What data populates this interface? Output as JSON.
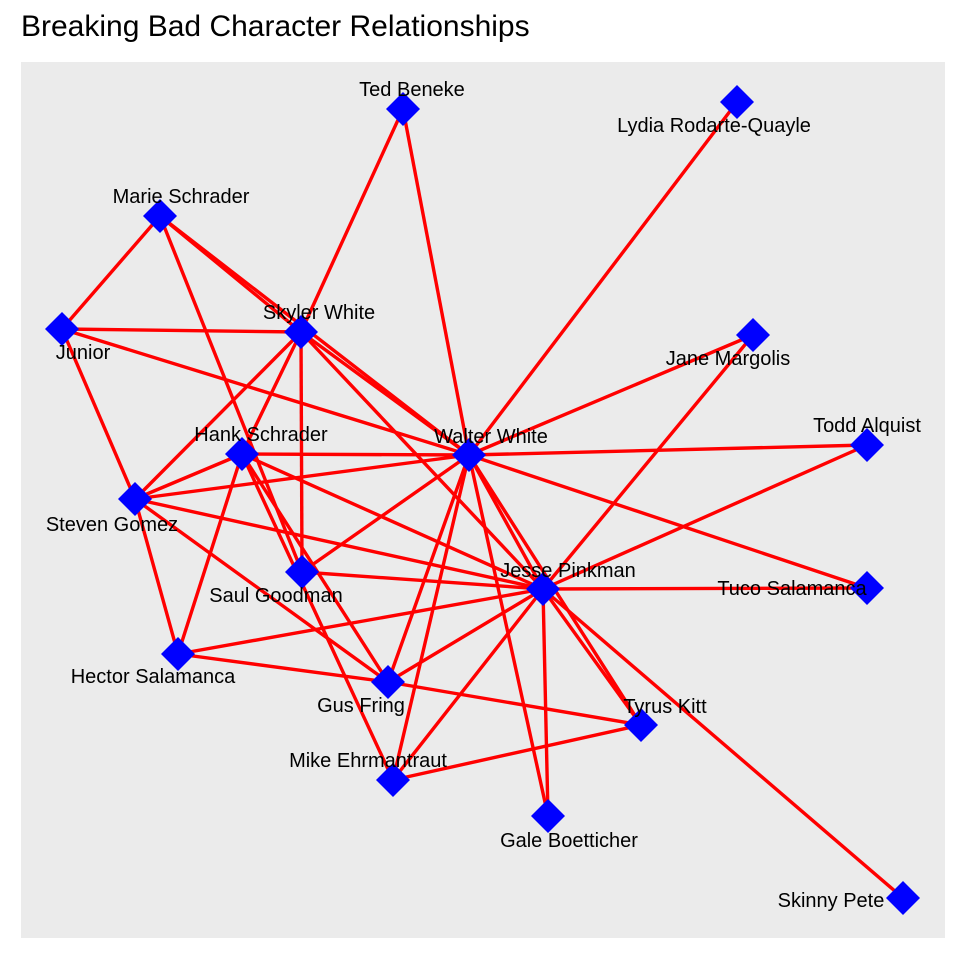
{
  "title": "Breaking Bad Character Relationships",
  "colors": {
    "panel": "#ebebeb",
    "edge": "#ff0000",
    "node": "#0000ff",
    "label": "#000000"
  },
  "node_shape": "diamond",
  "nodes": [
    {
      "id": "walter",
      "label": "Walter White"
    },
    {
      "id": "jesse",
      "label": "Jesse Pinkman"
    },
    {
      "id": "skyler",
      "label": "Skyler White"
    },
    {
      "id": "hank",
      "label": "Hank Schrader"
    },
    {
      "id": "marie",
      "label": "Marie Schrader"
    },
    {
      "id": "junior",
      "label": "Junior"
    },
    {
      "id": "saul",
      "label": "Saul Goodman"
    },
    {
      "id": "gus",
      "label": "Gus Fring"
    },
    {
      "id": "mike",
      "label": "Mike Ehrmantraut"
    },
    {
      "id": "gale",
      "label": "Gale Boetticher"
    },
    {
      "id": "tyrus",
      "label": "Tyrus Kitt"
    },
    {
      "id": "hector",
      "label": "Hector Salamanca"
    },
    {
      "id": "gomez",
      "label": "Steven Gomez"
    },
    {
      "id": "ted",
      "label": "Ted Beneke"
    },
    {
      "id": "lydia",
      "label": "Lydia Rodarte-Quayle"
    },
    {
      "id": "jane",
      "label": "Jane Margolis"
    },
    {
      "id": "todd",
      "label": "Todd Alquist"
    },
    {
      "id": "tuco",
      "label": "Tuco Salamanca"
    },
    {
      "id": "skinny",
      "label": "Skinny Pete"
    }
  ],
  "edges": [
    [
      "walter",
      "jesse"
    ],
    [
      "walter",
      "skyler"
    ],
    [
      "walter",
      "hank"
    ],
    [
      "walter",
      "marie"
    ],
    [
      "walter",
      "junior"
    ],
    [
      "walter",
      "saul"
    ],
    [
      "walter",
      "gus"
    ],
    [
      "walter",
      "mike"
    ],
    [
      "walter",
      "gale"
    ],
    [
      "walter",
      "tyrus"
    ],
    [
      "walter",
      "gomez"
    ],
    [
      "walter",
      "ted"
    ],
    [
      "walter",
      "lydia"
    ],
    [
      "walter",
      "jane"
    ],
    [
      "walter",
      "todd"
    ],
    [
      "walter",
      "tuco"
    ],
    [
      "jesse",
      "skyler"
    ],
    [
      "jesse",
      "hank"
    ],
    [
      "jesse",
      "saul"
    ],
    [
      "jesse",
      "gus"
    ],
    [
      "jesse",
      "mike"
    ],
    [
      "jesse",
      "gale"
    ],
    [
      "jesse",
      "tyrus"
    ],
    [
      "jesse",
      "hector"
    ],
    [
      "jesse",
      "gomez"
    ],
    [
      "jesse",
      "jane"
    ],
    [
      "jesse",
      "todd"
    ],
    [
      "jesse",
      "tuco"
    ],
    [
      "jesse",
      "skinny"
    ],
    [
      "skyler",
      "junior"
    ],
    [
      "skyler",
      "marie"
    ],
    [
      "skyler",
      "hank"
    ],
    [
      "skyler",
      "gomez"
    ],
    [
      "skyler",
      "ted"
    ],
    [
      "skyler",
      "saul"
    ],
    [
      "junior",
      "marie"
    ],
    [
      "junior",
      "gomez"
    ],
    [
      "marie",
      "saul"
    ],
    [
      "hank",
      "gomez"
    ],
    [
      "hank",
      "gus"
    ],
    [
      "hank",
      "hector"
    ],
    [
      "hank",
      "mike"
    ],
    [
      "gomez",
      "gus"
    ],
    [
      "gomez",
      "hector"
    ],
    [
      "gus",
      "hector"
    ],
    [
      "gus",
      "tyrus"
    ],
    [
      "mike",
      "tyrus"
    ]
  ]
}
